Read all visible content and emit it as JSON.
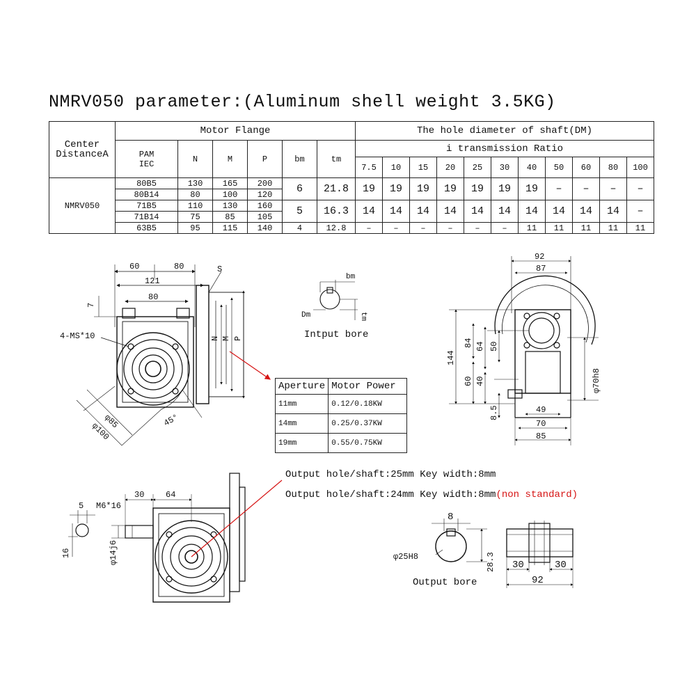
{
  "title": "NMRV050 parameter:(Aluminum shell weight 3.5KG)",
  "table": {
    "center_distance_header": [
      "Center",
      "DistanceA"
    ],
    "motor_flange_header": "Motor Flange",
    "hole_diameter_header": "The hole diameter of shaft(DM)",
    "ratio_header": "i transmission Ratio",
    "pam_header": [
      "PAM",
      "IEC"
    ],
    "col_n": "N",
    "col_m": "M",
    "col_p": "P",
    "col_bm": "bm",
    "col_tm": "tm",
    "ratios": [
      "7.5",
      "10",
      "15",
      "20",
      "25",
      "30",
      "40",
      "50",
      "60",
      "80",
      "100"
    ],
    "model": "NMRV050",
    "rows": [
      {
        "pam": "80B5",
        "n": "130",
        "m": "165",
        "p": "200"
      },
      {
        "pam": "80B14",
        "n": "80",
        "m": "100",
        "p": "120"
      },
      {
        "pam": "71B5",
        "n": "110",
        "m": "130",
        "p": "160"
      },
      {
        "pam": "71B14",
        "n": "75",
        "m": "85",
        "p": "105"
      },
      {
        "pam": "63B5",
        "n": "95",
        "m": "115",
        "p": "140"
      }
    ],
    "groups": [
      {
        "bm": "6",
        "tm": "21.8",
        "holes": [
          "19",
          "19",
          "19",
          "19",
          "19",
          "19",
          "19",
          "–",
          "–",
          "–",
          "–"
        ]
      },
      {
        "bm": "5",
        "tm": "16.3",
        "holes": [
          "14",
          "14",
          "14",
          "14",
          "14",
          "14",
          "14",
          "14",
          "14",
          "14",
          "–"
        ]
      },
      {
        "bm": "4",
        "tm": "12.8",
        "holes": [
          "–",
          "–",
          "–",
          "–",
          "–",
          "–",
          "11",
          "11",
          "11",
          "11",
          "11"
        ]
      }
    ]
  },
  "front_view": {
    "dim_60": "60",
    "dim_80_top": "80",
    "dim_121": "121",
    "dim_80": "80",
    "dim_7": "7",
    "label_s": "S",
    "label_ms": "4-MS*10",
    "label_n": "N",
    "label_m": "M",
    "label_p": "P",
    "phi85": "φ85",
    "phi100": "φ100",
    "angle": "45°"
  },
  "input_bore": {
    "bm": "bm",
    "dm": "Dm",
    "tm": "tm",
    "caption": "Intput bore"
  },
  "power_table": {
    "headers": [
      "Aperture",
      "Motor Power"
    ],
    "rows": [
      {
        "aperture": "11mm",
        "power": "0.12/0.18KW"
      },
      {
        "aperture": "14mm",
        "power": "0.25/0.37KW"
      },
      {
        "aperture": "19mm",
        "power": "0.55/0.75KW"
      }
    ]
  },
  "side_view": {
    "dim_92": "92",
    "dim_87": "87",
    "dim_144": "144",
    "dim_84": "84",
    "dim_64": "64",
    "dim_50": "50",
    "dim_60": "60",
    "dim_40": "40",
    "dim_8_5": "8.5",
    "dim_49": "49",
    "dim_70": "70",
    "dim_85": "85",
    "phi70h8": "φ70h8"
  },
  "output_notes": {
    "line1": "Output hole/shaft:25mm Key width:8mm",
    "line2_main": "Output hole/shaft:24mm Key width:8mm",
    "line2_note": "(non standard)",
    "note_color": "#d61414"
  },
  "lower_view": {
    "dim_5": "5",
    "label_m6": "M6*16",
    "dim_30": "30",
    "dim_64": "64",
    "dim_16": "16",
    "phi14j6": "φ14j6"
  },
  "output_bore": {
    "dim_8": "8",
    "phi25h8": "φ25H8",
    "dim_28_3": "28.3",
    "caption": "Output bore"
  },
  "shaft_view": {
    "dim_30_left": "30",
    "dim_30_right": "30",
    "dim_92": "92"
  }
}
